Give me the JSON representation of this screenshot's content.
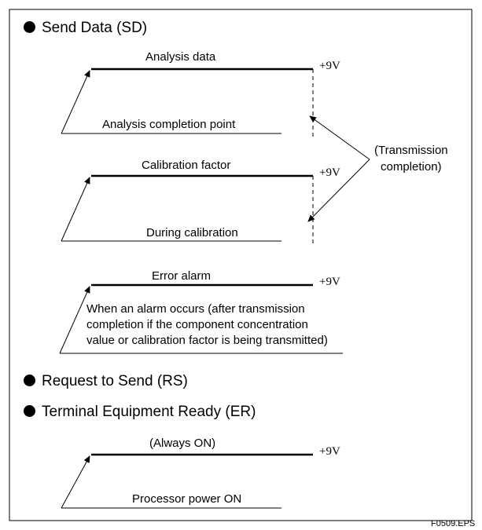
{
  "sections": {
    "send_data": "Send Data (SD)",
    "request_to_send": "Request to Send (RS)",
    "terminal_ready": "Terminal Equipment Ready (ER)"
  },
  "signals": {
    "analysis": {
      "high_label": "Analysis data",
      "voltage": "+9V",
      "low_label": "Analysis completion point"
    },
    "calibration": {
      "high_label": "Calibration factor",
      "voltage": "+9V",
      "low_label": "During calibration"
    },
    "error": {
      "high_label": "Error alarm",
      "voltage": "+9V",
      "low_label_lines": [
        "When an alarm occurs (after transmission",
        "completion if the component concentration",
        "value or calibration factor is being transmitted)"
      ]
    },
    "always_on": {
      "high_label": "(Always ON)",
      "voltage": "+9V",
      "low_label": "Processor power ON"
    }
  },
  "callout": {
    "line1": "(Transmission",
    "line2": "completion)"
  },
  "figure_code": "F0509.EPS"
}
